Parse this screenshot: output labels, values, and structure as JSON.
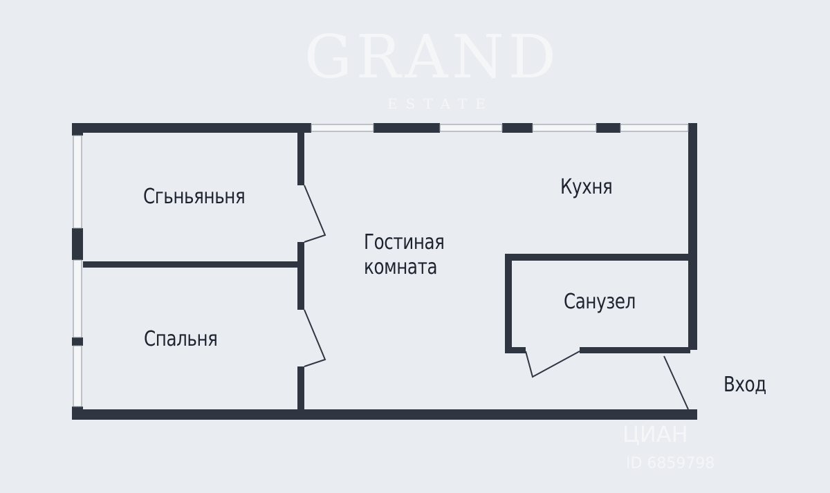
{
  "rooms": {
    "bedroom_top": "Сгьньяньня",
    "bedroom_bottom": "Спальня",
    "living_line1": "Гостиная",
    "living_line2": "комната",
    "kitchen": "Кухня",
    "bathroom": "Санузел",
    "entrance": "Вход"
  },
  "watermarks": {
    "agency": "GRAND",
    "agency_sub": "ESTATE",
    "portal": "ЦИАН",
    "listing_id": "ID 6859798"
  },
  "colors": {
    "background": "#e9ecf0",
    "wall": "#2f3642",
    "window": "#f4f6f8"
  }
}
